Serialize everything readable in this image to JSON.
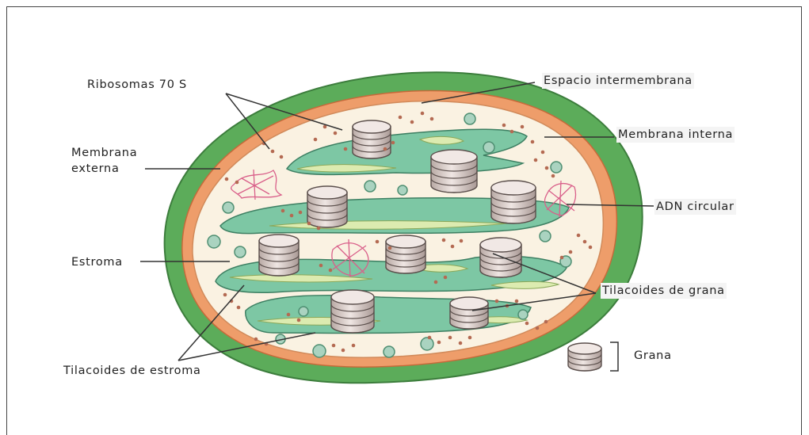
{
  "labels": {
    "ribosomas": "Ribosomas 70 S",
    "espacio": "Espacio intermembrana",
    "membrana_interna": "Membrana interna",
    "membrana_externa_1": "Membrana",
    "membrana_externa_2": "externa",
    "adn": "ADN circular",
    "estroma": "Estroma",
    "tilacoides_grana": "Tilacoides de grana",
    "tilacoides_estroma": "Tilacoides de estroma"
  },
  "legend": {
    "grana_label": "Grana"
  }
}
